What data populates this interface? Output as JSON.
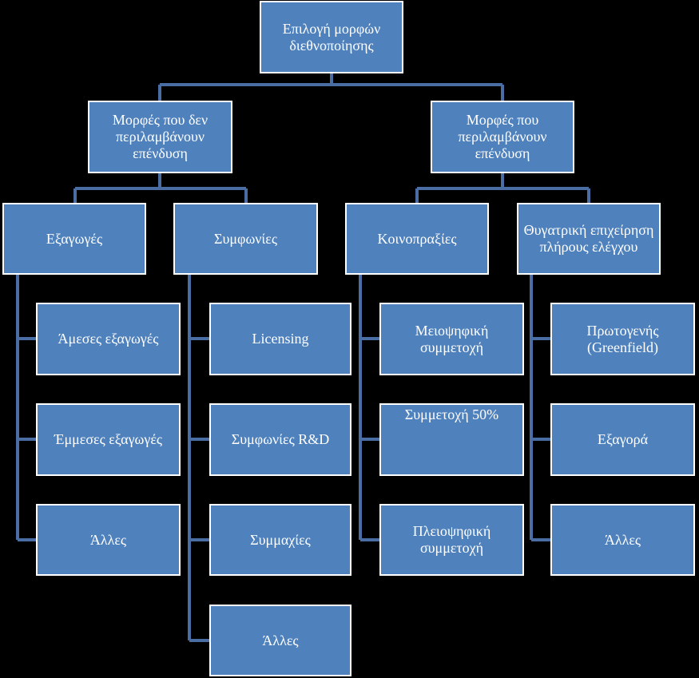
{
  "root": {
    "label": "Επιλογή μορφών διεθνοποίησης"
  },
  "branches": [
    {
      "label": "Μορφές που δεν περιλαμβάνουν επένδυση",
      "groups": [
        {
          "label": "Εξαγωγές",
          "items": [
            "Άμεσες εξαγωγές",
            "Έμμεσες εξαγωγές",
            "Άλλες"
          ]
        },
        {
          "label": "Συμφωνίες",
          "items": [
            "Licensing",
            "Συμφωνίες R&D",
            "Συμμαχίες",
            "Άλλες"
          ]
        }
      ]
    },
    {
      "label": "Μορφές που περιλαμβάνουν επένδυση",
      "groups": [
        {
          "label": "Κοινοπραξίες",
          "items": [
            "Μειοψηφική συμμετοχή",
            "Συμμετοχή 50%",
            "Πλειοψηφική συμμετοχή"
          ]
        },
        {
          "label": "Θυγατρική επιχείρηση πλήρους ελέγχου",
          "items": [
            "Πρωτογενής (Greenfield)",
            "Εξαγορά",
            "Άλλες"
          ]
        }
      ]
    }
  ],
  "colors": {
    "background": "#000000",
    "node_fill": "#4f81bd",
    "node_border": "#ffffff",
    "connector": "#4a6da4",
    "text": "#ffffff"
  }
}
